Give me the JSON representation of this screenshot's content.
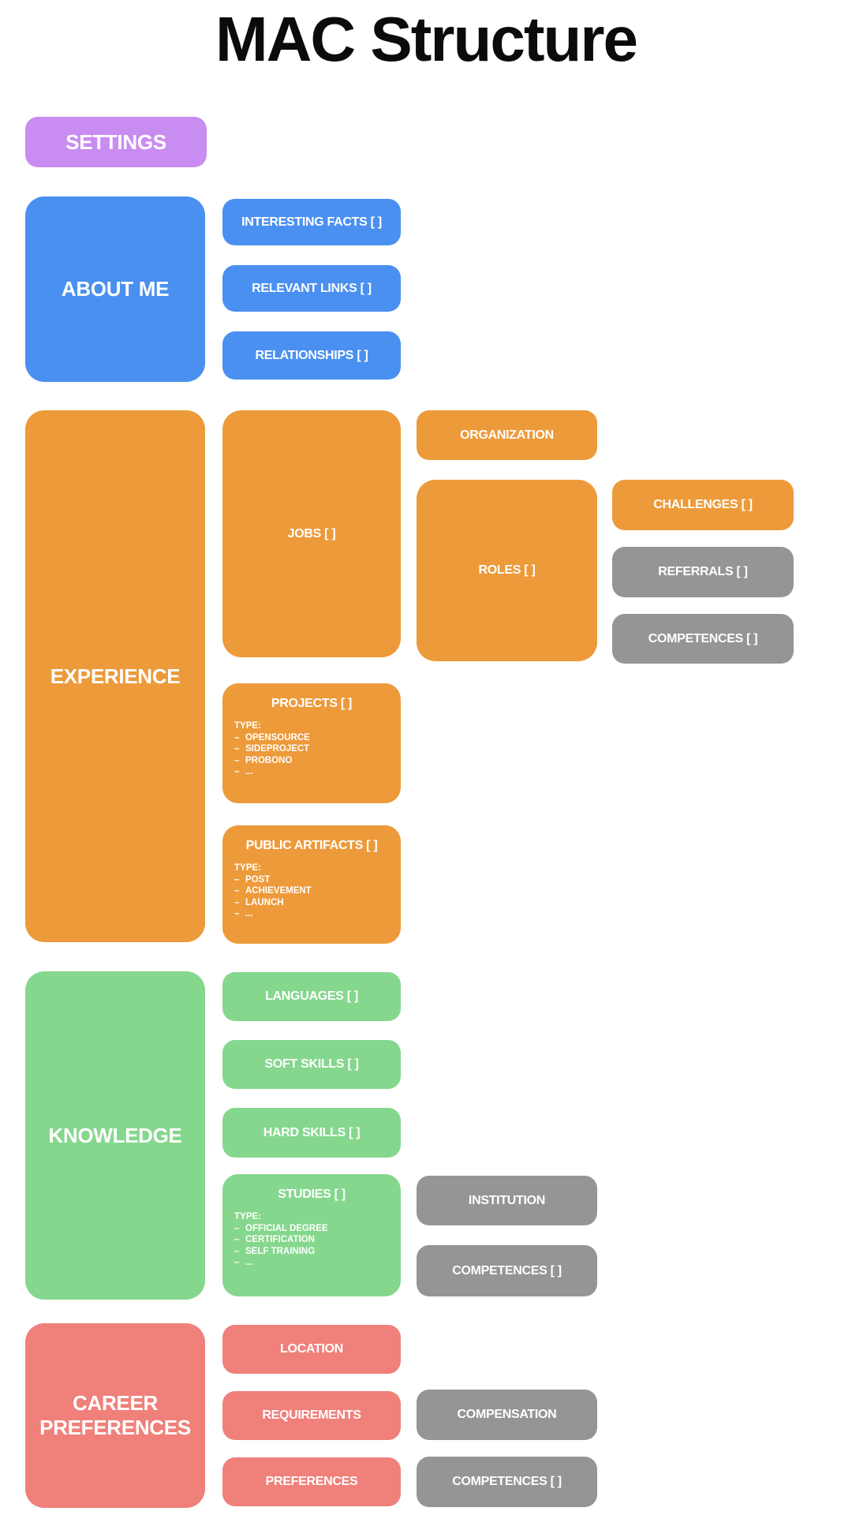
{
  "title": "MAC Structure",
  "colors": {
    "purple": "#C98CF1",
    "blue": "#4A90F0",
    "orange": "#ED9A3A",
    "green": "#85D78D",
    "salmon": "#F0807A",
    "gray": "#959595"
  },
  "nodes": {
    "settings": {
      "label": "SETTINGS"
    },
    "about_me": {
      "label": "ABOUT ME"
    },
    "interesting_facts": {
      "label": "INTERESTING FACTS [ ]"
    },
    "relevant_links": {
      "label": "RELEVANT LINKS [ ]"
    },
    "relationships": {
      "label": "RELATIONSHIPS [ ]"
    },
    "experience": {
      "label": "EXPERIENCE"
    },
    "jobs": {
      "label": "JOBS [ ]"
    },
    "organization": {
      "label": "ORGANIZATION"
    },
    "roles": {
      "label": "ROLES [ ]"
    },
    "challenges": {
      "label": "CHALLENGES [ ]"
    },
    "referrals": {
      "label": "REFERRALS [ ]"
    },
    "competences_roles": {
      "label": "COMPETENCES [ ]"
    },
    "projects": {
      "label": "PROJECTS [ ]",
      "type_label": "TYPE:",
      "types": [
        "OPENSOURCE",
        "SIDEPROJECT",
        "PROBONO",
        "..."
      ]
    },
    "public_artifacts": {
      "label": "PUBLIC ARTIFACTS [ ]",
      "type_label": "TYPE:",
      "types": [
        "POST",
        "ACHIEVEMENT",
        "LAUNCH",
        "..."
      ]
    },
    "knowledge": {
      "label": "KNOWLEDGE"
    },
    "languages": {
      "label": "LANGUAGES [ ]"
    },
    "soft_skills": {
      "label": "SOFT SKILLS [ ]"
    },
    "hard_skills": {
      "label": "HARD SKILLS [ ]"
    },
    "studies": {
      "label": "STUDIES [ ]",
      "type_label": "TYPE:",
      "types": [
        "OFFICIAL DEGREE",
        "CERTIFICATION",
        "SELF TRAINING",
        "..."
      ]
    },
    "institution": {
      "label": "INSTITUTION"
    },
    "competences_studies": {
      "label": "COMPETENCES [ ]"
    },
    "career_preferences": {
      "label": "CAREER PREFERENCES"
    },
    "location": {
      "label": "LOCATION"
    },
    "requirements": {
      "label": "REQUIREMENTS"
    },
    "preferences": {
      "label": "PREFERENCES"
    },
    "compensation": {
      "label": "COMPENSATION"
    },
    "competences_career": {
      "label": "COMPETENCES [ ]"
    }
  }
}
